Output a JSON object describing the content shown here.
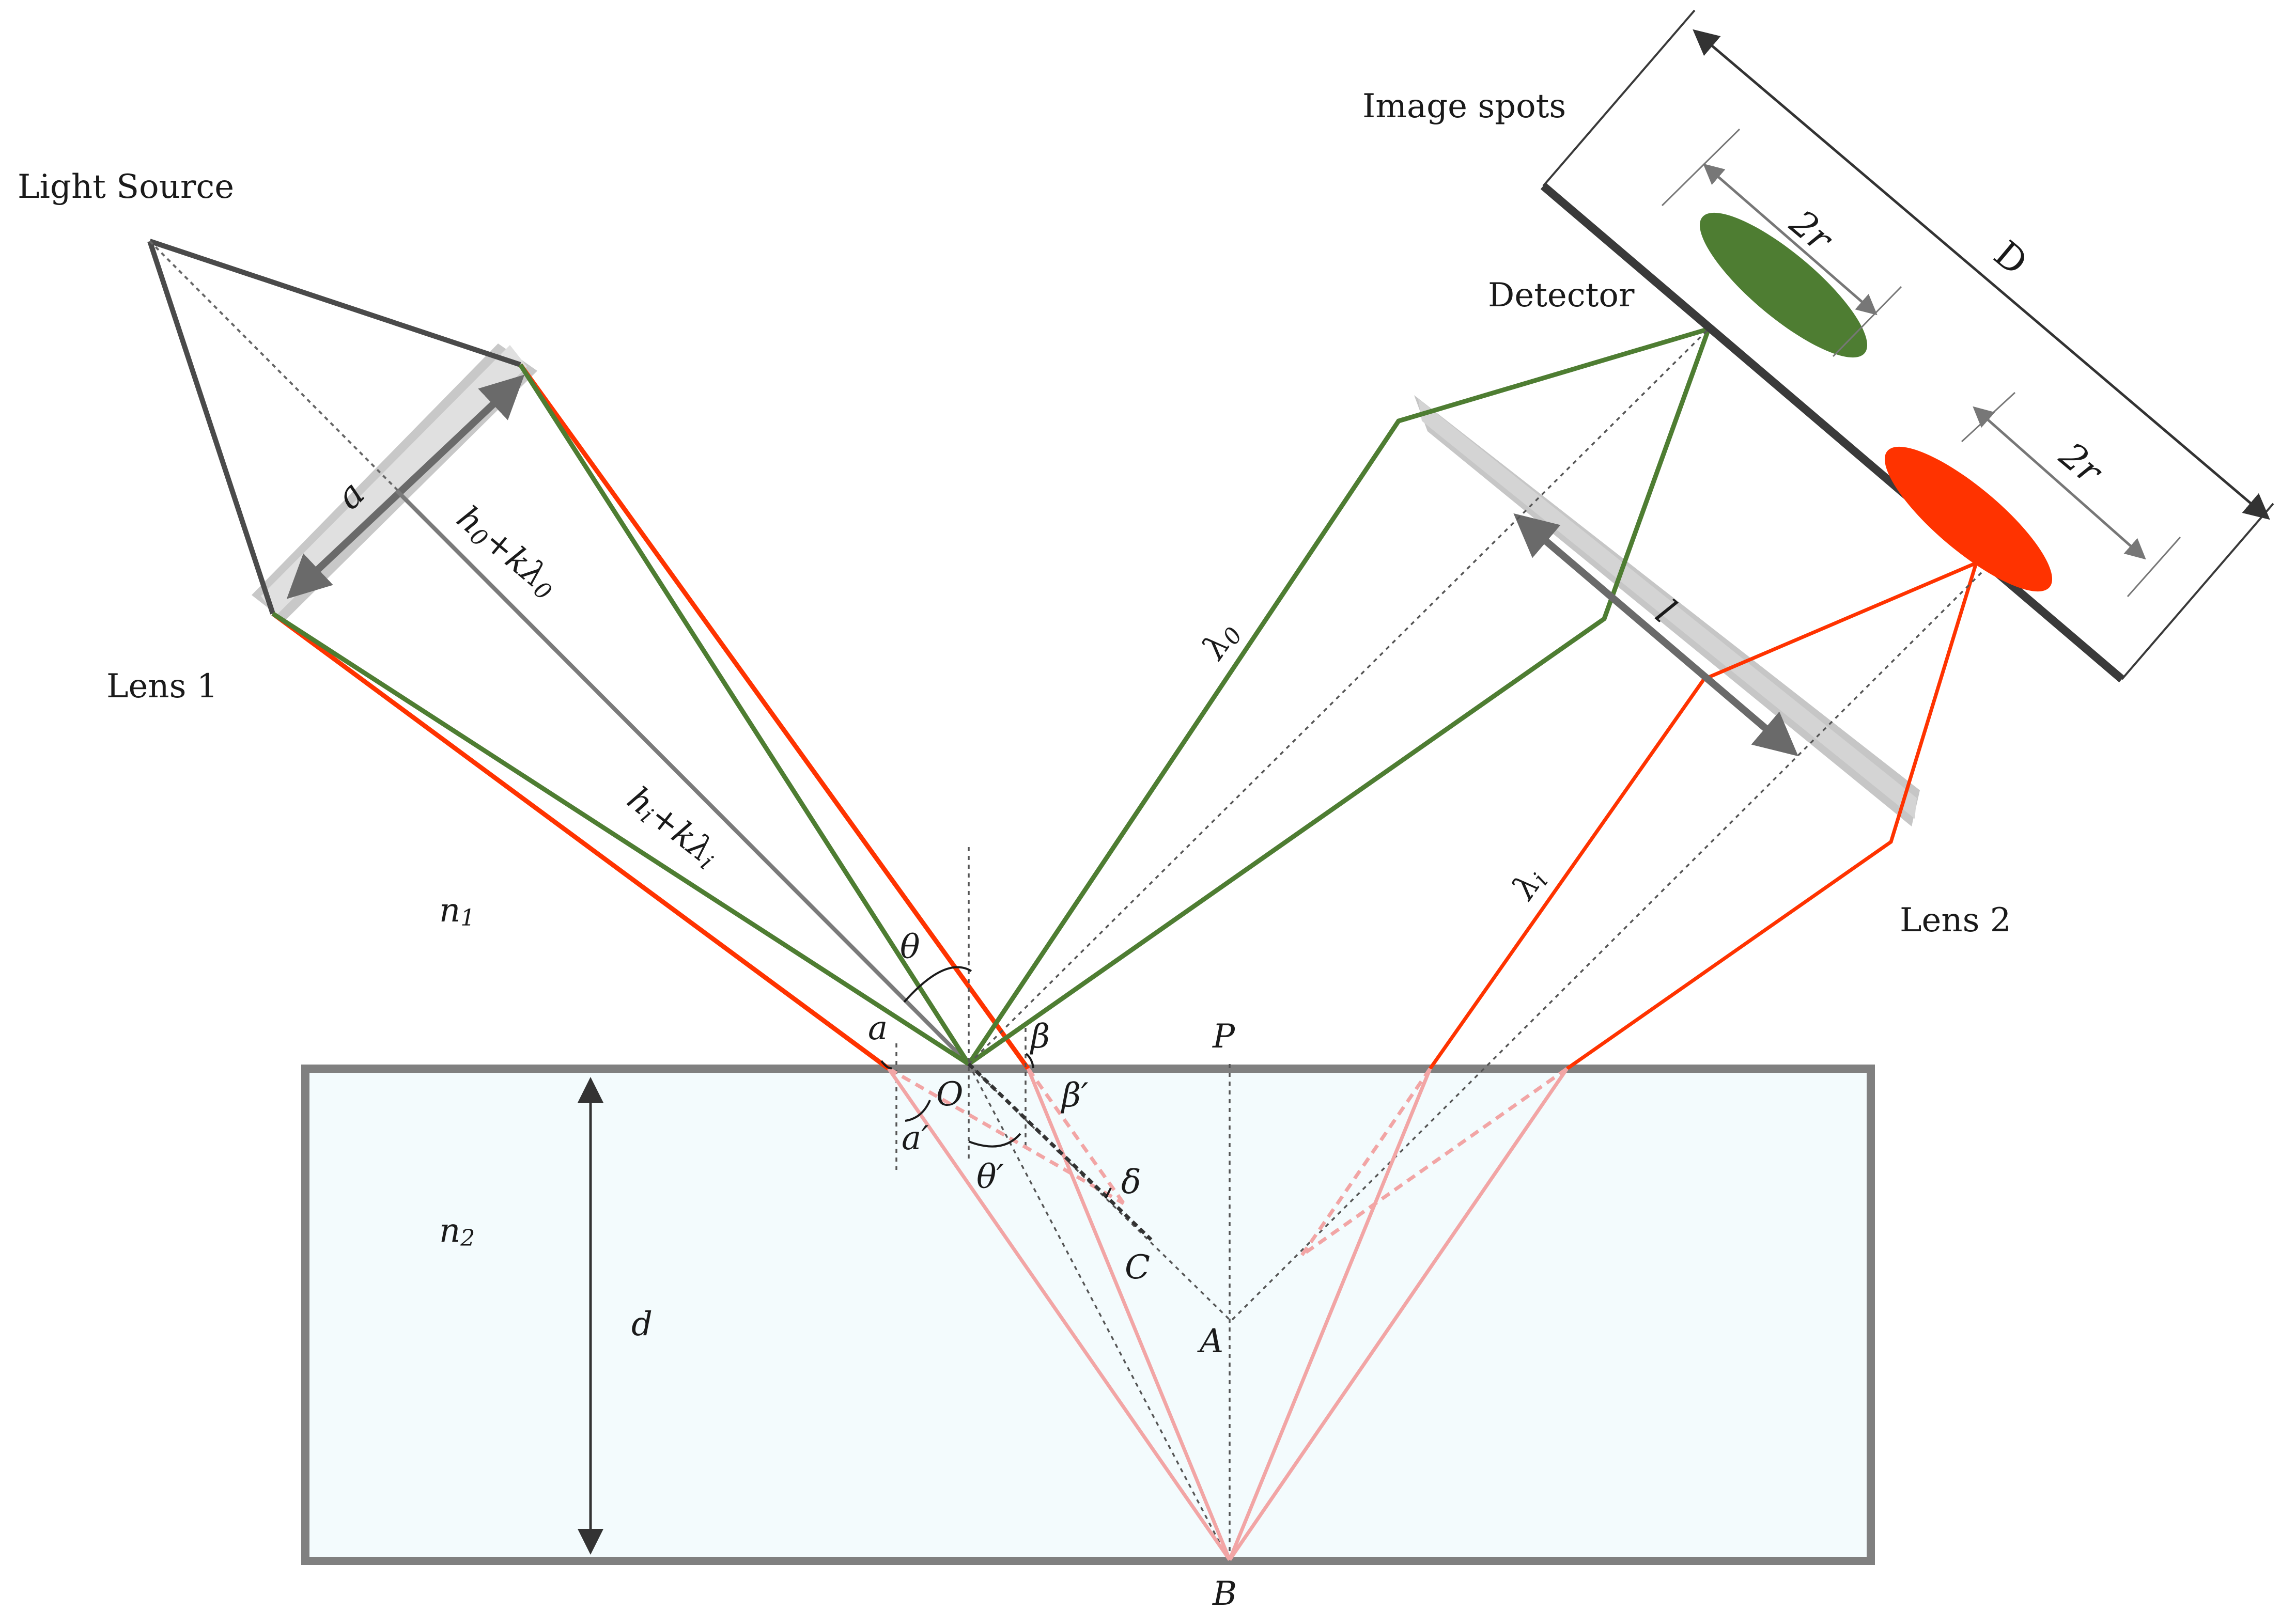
{
  "labels": {
    "light_source": "Light Source",
    "lens1": "Lens 1",
    "lens2": "Lens 2",
    "image_spots": "Image spots",
    "detector": "Detector",
    "n1": "n",
    "n1_sub": "1",
    "n2": "n",
    "n2_sub": "2",
    "d": "d",
    "D": "D",
    "a": "a",
    "l": "l",
    "spot_size_green": "2r",
    "spot_size_red": "2r",
    "h0_main": "h",
    "h0_sub": "0",
    "h0_mid": "+kλ",
    "h0_end": "0",
    "hi_main": "h",
    "hi_sub": "i",
    "hi_mid": "+kλ",
    "hi_end": "i",
    "lambda0": "λ",
    "lambda0_sub": "0",
    "lambdai": "λ",
    "lambdai_sub": "i",
    "theta": "θ",
    "theta_prime": "θ′",
    "alpha": "a",
    "alpha_prime": "a′",
    "beta": "β",
    "beta_prime": "β′",
    "delta": "δ",
    "O": "O",
    "P": "P",
    "A": "A",
    "B": "B",
    "C": "C"
  },
  "colors": {
    "green": "#4e7d32",
    "red": "#ff3300",
    "pink": "#f2a5a5",
    "slab_fill": "#f3fbfd",
    "slab_border": "#808080",
    "dark": "#3a3a3a"
  }
}
